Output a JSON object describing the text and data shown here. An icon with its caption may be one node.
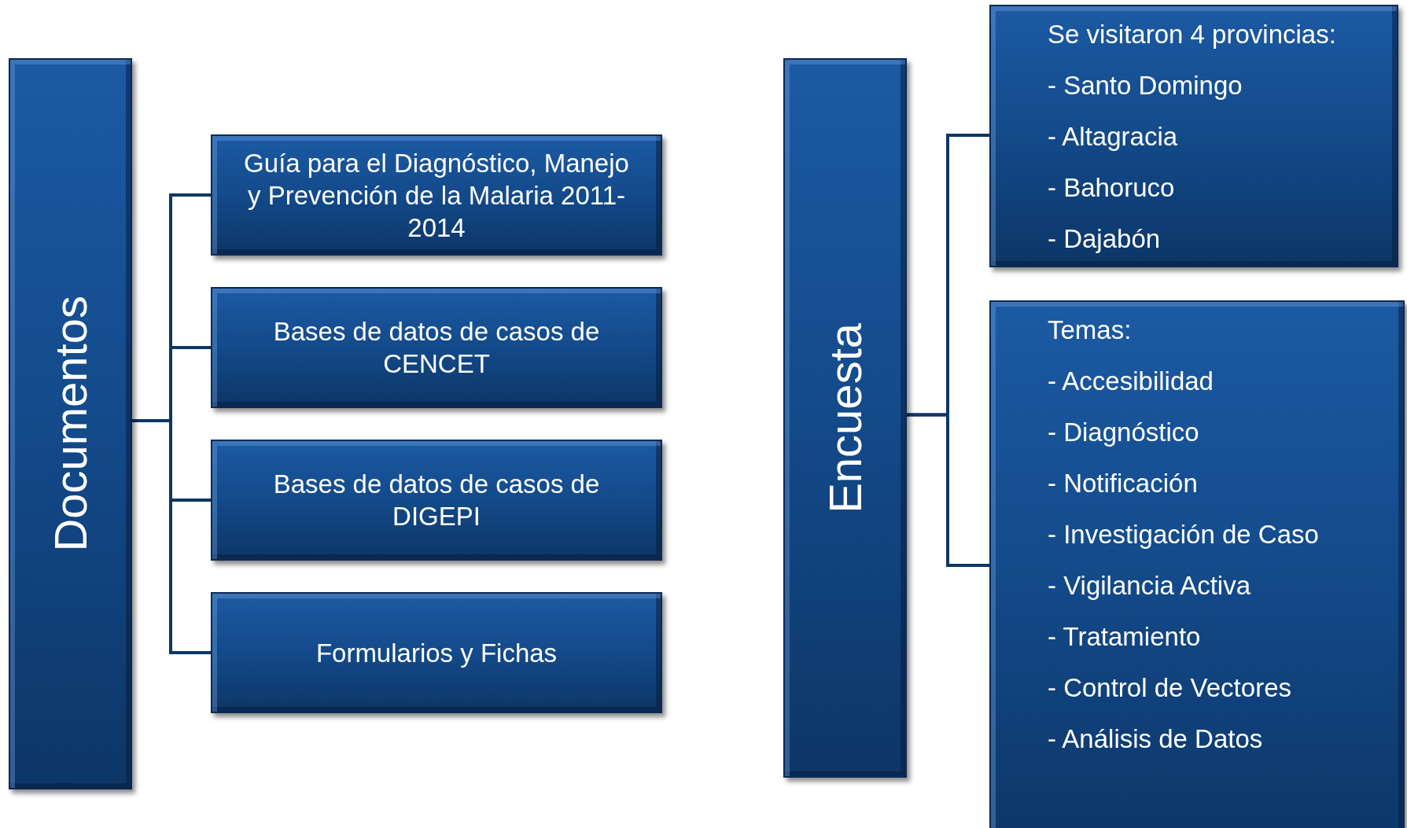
{
  "diagram": {
    "nodes": [
      {
        "text": [
          "Documentos"
        ]
      },
      {
        "text": [
          "Guía para el Diagnóstico, Manejo y Prevención de la Malaria 2011-2014"
        ]
      },
      {
        "text": [
          "Bases de datos de casos de CENCET"
        ]
      },
      {
        "text": [
          "Bases de datos de casos de DIGEPI"
        ]
      },
      {
        "text": [
          "Formularios y Fichas"
        ]
      },
      {
        "text": [
          "Encuesta"
        ]
      },
      {
        "text": [
          "Se visitaron 4 provincias:",
          "- Santo Domingo",
          "- Altagracia",
          "- Bahoruco",
          "- Dajabón"
        ]
      },
      {
        "text": [
          "Temas:",
          "- Accesibilidad",
          "- Diagnóstico",
          "- Notificación",
          "- Investigación de Caso",
          "- Vigilancia Activa",
          "- Tratamiento",
          "- Control de Vectores",
          "- Análisis de Datos"
        ]
      }
    ],
    "edges": [
      {
        "from": 0,
        "to": 1,
        "arrow": "none"
      },
      {
        "from": 0,
        "to": 2,
        "arrow": "none"
      },
      {
        "from": 0,
        "to": 3,
        "arrow": "none"
      },
      {
        "from": 0,
        "to": 4,
        "arrow": "none"
      },
      {
        "from": 5,
        "to": 6,
        "arrow": "none"
      },
      {
        "from": 5,
        "to": 7,
        "arrow": "none"
      }
    ]
  }
}
